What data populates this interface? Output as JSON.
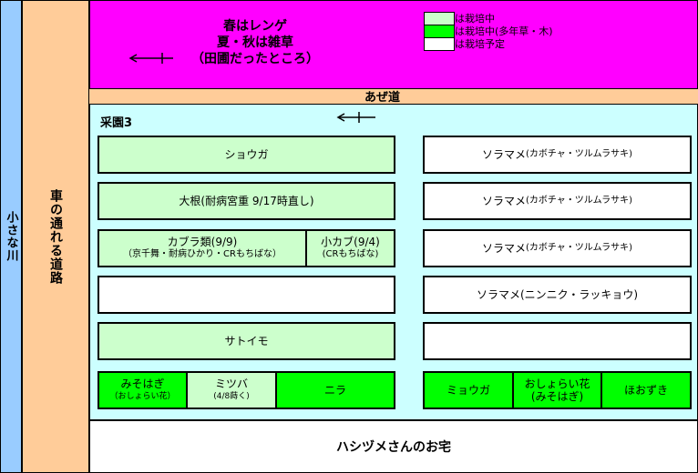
{
  "river": {
    "label": "小さな川"
  },
  "road": {
    "label": "車の通れる道路"
  },
  "field": {
    "lines": [
      "春はレンゲ",
      "夏・秋は雑草",
      "（田圃だったところ）"
    ]
  },
  "legend": [
    {
      "label": "は栽培中",
      "color": "#ccffcc"
    },
    {
      "label": "は栽培中(多年草・木)",
      "color": "#00ff00"
    },
    {
      "label": "は栽培予定",
      "color": "#ffffff"
    }
  ],
  "aze": {
    "label": "あぜ道"
  },
  "garden": {
    "title": "采園3"
  },
  "house": {
    "label": "ハシヅメさんのお宅"
  },
  "left_beds": [
    {
      "main": "ショウガ",
      "sub": ""
    },
    {
      "main": "大根(耐病宮重 9/17時直し)",
      "sub": ""
    },
    {
      "main": "",
      "sub": ""
    },
    {
      "main": "",
      "sub": ""
    },
    {
      "main": "サトイモ",
      "sub": ""
    }
  ],
  "kabura": {
    "main": "カブラ類(9/9)",
    "sub": "（京千舞・耐病ひかり・CRもちばな）"
  },
  "kokabu": {
    "main": "小カブ(9/4)",
    "sub": "(CRもちばな)"
  },
  "right_beds": [
    {
      "main": "ソラマメ",
      "sub": "(カボチャ・ツルムラサキ)"
    },
    {
      "main": "ソラマメ",
      "sub": "(カボチャ・ツルムラサキ)"
    },
    {
      "main": "ソラマメ",
      "sub": "(カボチャ・ツルムラサキ)"
    },
    {
      "main": "ソラマメ(ニンニク・ラッキョウ)",
      "sub": ""
    },
    {
      "main": "",
      "sub": ""
    }
  ],
  "bottom_left": [
    {
      "main": "みそはぎ",
      "sub": "（おしょらい花）"
    },
    {
      "main": "ミツバ",
      "sub": "(4/8蒔く)"
    },
    {
      "main": "ニラ",
      "sub": ""
    }
  ],
  "bottom_right": [
    {
      "main": "ミョウガ",
      "sub": ""
    },
    {
      "main": "おしょらい花",
      "sub": "(みそはぎ)"
    },
    {
      "main": "ほおずき",
      "sub": ""
    }
  ]
}
